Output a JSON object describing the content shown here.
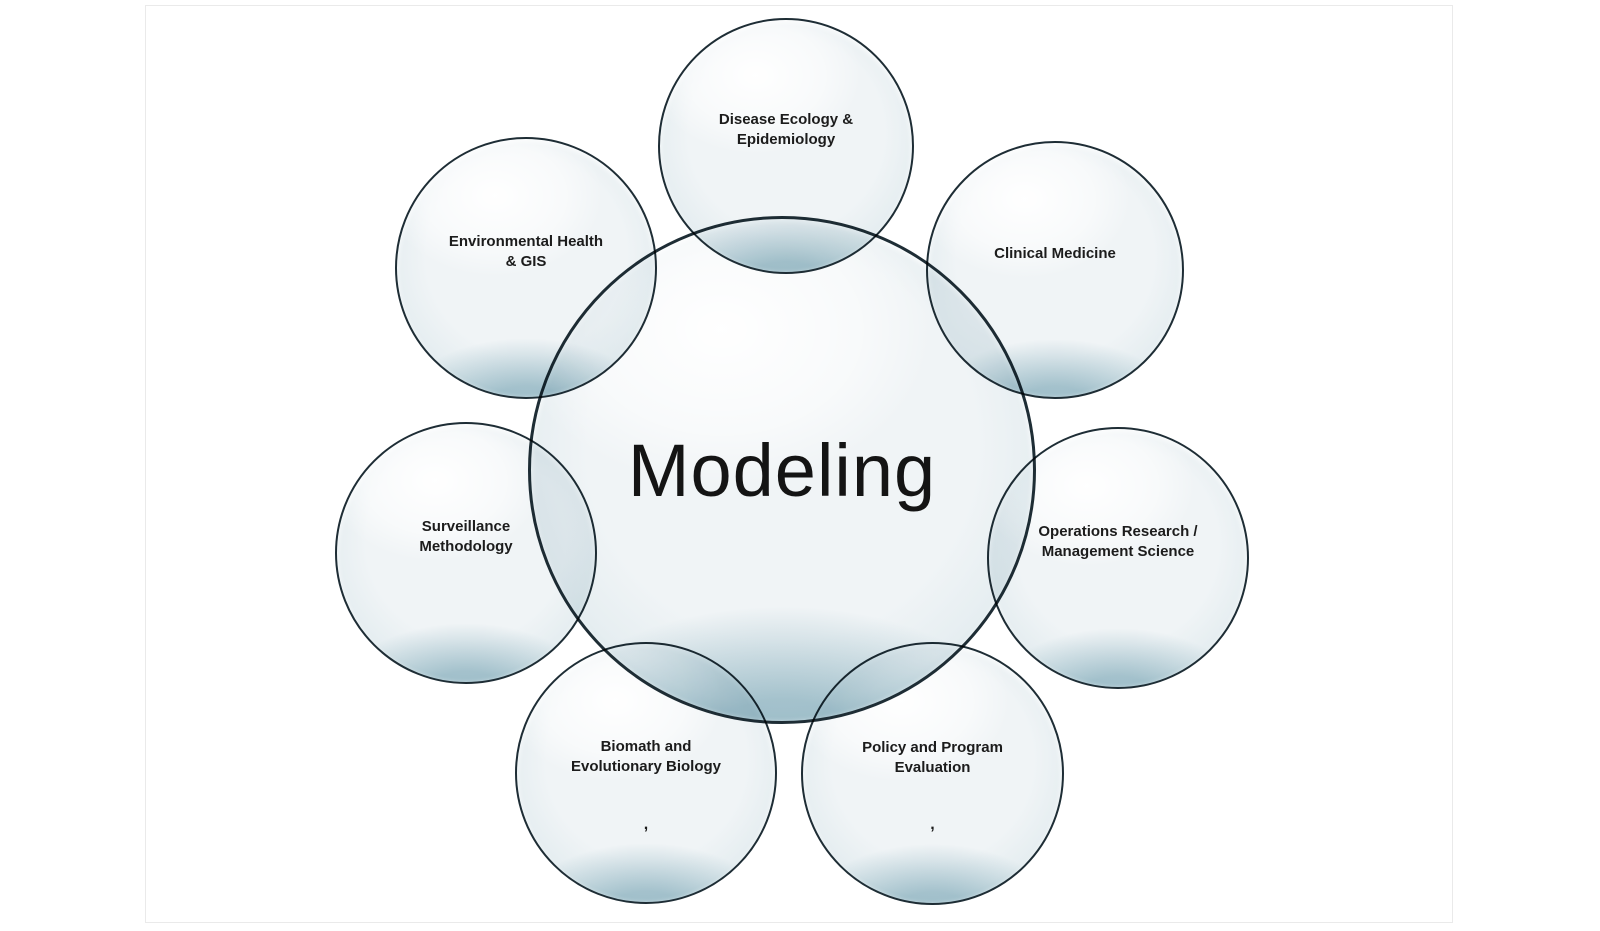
{
  "diagram": {
    "center": {
      "label": "Modeling"
    },
    "satellites": [
      {
        "id": "disease-ecology-epidemiology",
        "label": "Disease Ecology &\nEpidemiology"
      },
      {
        "id": "clinical-medicine",
        "label": "Clinical Medicine"
      },
      {
        "id": "operations-research-management-science",
        "label": "Operations Research /\nManagement Science"
      },
      {
        "id": "policy-program-evaluation",
        "label": "Policy and Program\nEvaluation",
        "footnote_mark": ","
      },
      {
        "id": "biomath-evolutionary-biology",
        "label": "Biomath and\nEvolutionary Biology",
        "footnote_mark": ","
      },
      {
        "id": "surveillance-methodology",
        "label": "Surveillance\nMethodology"
      },
      {
        "id": "environmental-health-gis",
        "label": "Environmental Health\n& GIS"
      }
    ],
    "colors": {
      "bubble_fill": "#f0f4f6",
      "bubble_rim": "#96bfcc",
      "bubble_outline": "#1e2d35",
      "text": "#1c1c1c",
      "background": "#ffffff",
      "frame_border": "#eaeaea"
    }
  }
}
